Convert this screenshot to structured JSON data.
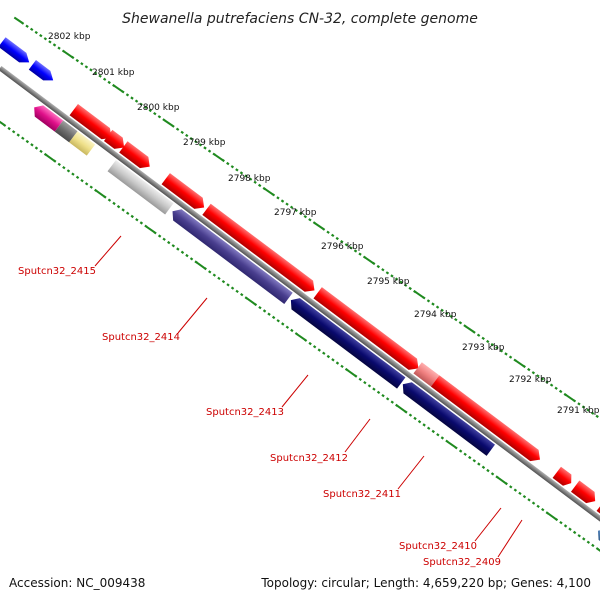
{
  "title": "Shewanella putrefaciens CN-32, complete genome",
  "footer": {
    "accession": "Accession: NC_009438",
    "topology": "Topology: circular; Length: 4,659,220 bp; Genes: 4,100"
  },
  "kbp_labels": [
    "2802 kbp",
    "2801 kbp",
    "2800 kbp",
    "2799 kbp",
    "2798 kbp",
    "2797 kbp",
    "2796 kbp",
    "2795 kbp",
    "2794 kbp",
    "2793 kbp",
    "2792 kbp",
    "2791 kbp"
  ],
  "gene_labels": [
    "Sputcn32_2415",
    "Sputcn32_2414",
    "Sputcn32_2413",
    "Sputcn32_2412",
    "Sputcn32_2411",
    "Sputcn32_2410",
    "Sputcn32_2409"
  ],
  "colors": {
    "forward_cds": "#ff0000",
    "reverse_cds_dark": "#0a0a6e",
    "reverse_cds_purple": "#4a3f8f",
    "backbone": "#7f7f7f",
    "tick": "#1f8a1f",
    "label": "#cc0000",
    "blue_cds": "#0000ff",
    "steelblue_cds": "#4f7fb5",
    "magenta_cds": "#e0108a",
    "yellow_cds": "#efe08a",
    "gray_cds": "#c8c8c8",
    "pink_cds": "#f08080"
  }
}
